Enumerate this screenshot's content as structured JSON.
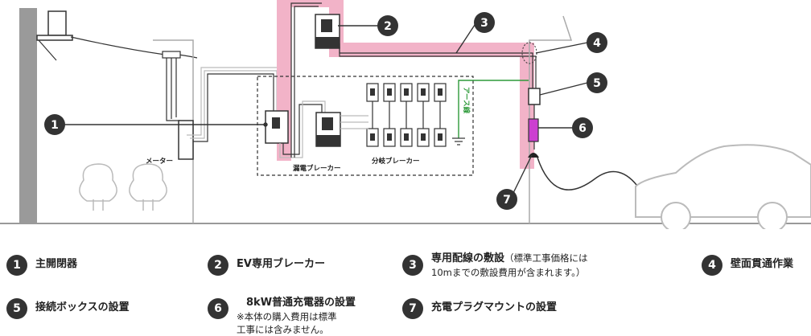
{
  "diagram": {
    "meter_label": "メーター",
    "main_breaker_label": "漏電ブレーカー",
    "branch_breaker_label": "分岐ブレーカー",
    "earth_label": "アース線",
    "callouts": [
      "1",
      "2",
      "3",
      "4",
      "5",
      "6",
      "7"
    ]
  },
  "legend": [
    {
      "num": "1",
      "title": "主開閉器"
    },
    {
      "num": "2",
      "title": "EV専用ブレーカー"
    },
    {
      "num": "3",
      "title": "専用配線の敷設",
      "note": "（標準工事価格には",
      "note2": "10mまでの敷設費用が含まれます。）"
    },
    {
      "num": "4",
      "title": "壁面貫通作業"
    },
    {
      "num": "5",
      "title": "接続ボックスの設置"
    },
    {
      "num": "6",
      "title": "8kW普通充電器の設置",
      "note2": "※本体の購入費用は標準",
      "note3": "工事には含みません。"
    },
    {
      "num": "7",
      "title": "充電プラグマウントの設置"
    }
  ]
}
